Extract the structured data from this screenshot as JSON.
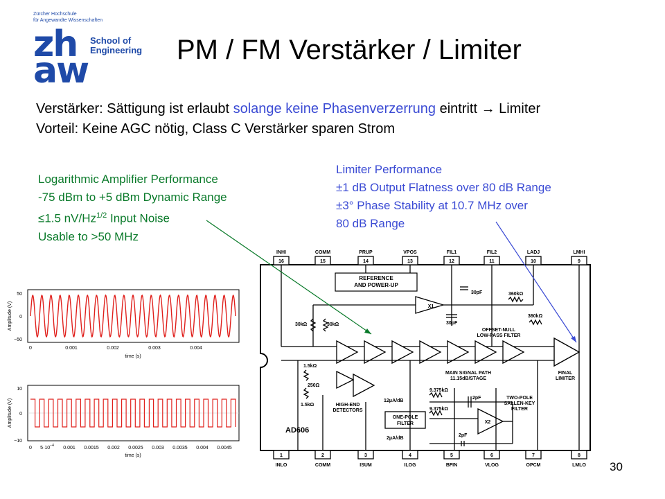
{
  "logo": {
    "institution_line1": "Zürcher Hochschule",
    "institution_line2": "für Angewandte Wissenschaften",
    "mark_top": "zh",
    "mark_bottom": "aw",
    "school_line1": "School of",
    "school_line2": "Engineering"
  },
  "title": "PM / FM Verstärker / Limiter",
  "line1": {
    "prefix": "Verstärker: Sättigung ist erlaubt ",
    "highlight": "solange keine Phasenverzerrung",
    "suffix": " eintritt ",
    "arrow": "→",
    "end": " Limiter"
  },
  "line2": "Vorteil: Keine AGC nötig, Class C Verstärker sparen Strom",
  "log_amp": {
    "heading": "Logarithmic Amplifier Performance",
    "range": "-75 dBm to +5 dBm Dynamic Range",
    "noise_prefix": "≤1.5 nV/Hz",
    "noise_exp": "1/2",
    "noise_suffix": " Input Noise",
    "usable": "Usable to >50 MHz"
  },
  "limiter": {
    "heading": "Limiter Performance",
    "flatness": "±1 dB Output Flatness over 80 dB Range",
    "phase1": "±3° Phase Stability at 10.7 MHz over",
    "phase2": "80 dB Range"
  },
  "plot1": {
    "ylabel": "Amplitude (V)",
    "xlabel": "time (s)",
    "yticks": [
      "50",
      "0",
      "−50"
    ],
    "xticks": [
      "0",
      "0.001",
      "0.002",
      "0.003",
      "0.004"
    ]
  },
  "plot2": {
    "ylabel": "Amplitude (V)",
    "xlabel": "time (s)",
    "yticks": [
      "10",
      "0",
      "−10"
    ],
    "xticks": [
      "0",
      "5·10",
      "0.001",
      "0.0015",
      "0.002",
      "0.0025",
      "0.003",
      "0.0035",
      "0.004",
      "0.0045"
    ],
    "x_exp": "−4"
  },
  "ic": {
    "part": "AD606",
    "top_pins": [
      {
        "name": "INHI",
        "num": "16"
      },
      {
        "name": "COMM",
        "num": "15"
      },
      {
        "name": "PRUP",
        "num": "14"
      },
      {
        "name": "VPOS",
        "num": "13"
      },
      {
        "name": "FIL1",
        "num": "12"
      },
      {
        "name": "FIL2",
        "num": "11"
      },
      {
        "name": "LADJ",
        "num": "10"
      },
      {
        "name": "LMHI",
        "num": "9"
      }
    ],
    "bottom_pins": [
      {
        "name": "INLO",
        "num": "1"
      },
      {
        "name": "COMM",
        "num": "2"
      },
      {
        "name": "ISUM",
        "num": "3"
      },
      {
        "name": "ILOG",
        "num": "4"
      },
      {
        "name": "BFIN",
        "num": "5"
      },
      {
        "name": "VLOG",
        "num": "6"
      },
      {
        "name": "OPCM",
        "num": "7"
      },
      {
        "name": "LMLO",
        "num": "8"
      }
    ],
    "ref1": "REFERENCE",
    "ref2": "AND POWER-UP",
    "buf": "X1",
    "c30": "30pF",
    "c30b": "30pF",
    "r360a": "360kΩ",
    "r360b": "360kΩ",
    "r30a": "30kΩ",
    "r30b": "30kΩ",
    "offset1": "OFFSET-NULL",
    "offset2": "LOW-PASS FILTER",
    "r15a": "1.5kΩ",
    "r250": "250Ω",
    "r15b": "1.5kΩ",
    "hed1": "HIGH-END",
    "hed2": "DETECTORS",
    "msp1": "MAIN SIGNAL PATH",
    "msp2": "11.15dB/STAGE",
    "final1": "FINAL",
    "final2": "LIMITER",
    "i12": "12μA/dB",
    "i2": "2μA/dB",
    "op1": "ONE-POLE",
    "op2": "FILTER",
    "r9a": "9.375kΩ",
    "r9b": "9.375kΩ",
    "c2a": "2pF",
    "c2b": "2pF",
    "tp1": "TWO-POLE",
    "tp2": "SALLEN-KEY",
    "tp3": "FILTER",
    "x2": "X2"
  },
  "page_number": "30",
  "colors": {
    "accent_blue": "#3b4bd4",
    "zhaw_blue": "#1f4aa8",
    "green": "#0a7a2a",
    "signal_red": "#e0201c"
  }
}
